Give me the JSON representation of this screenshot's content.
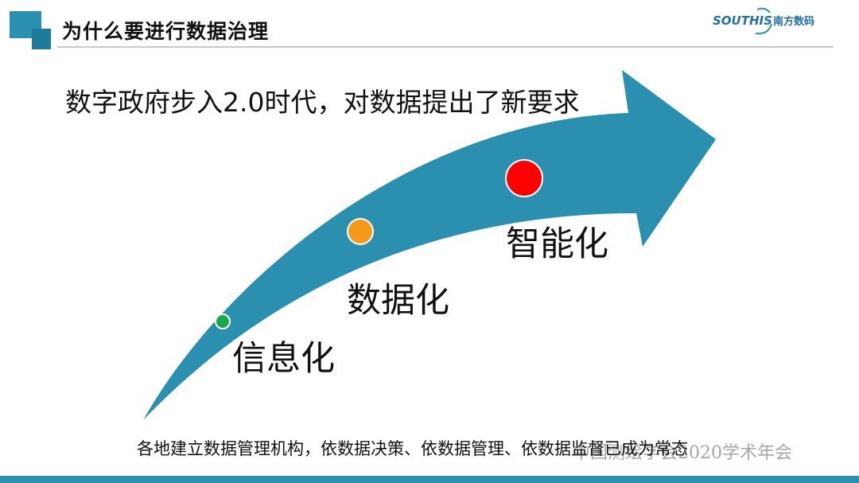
{
  "header": {
    "title": "为什么要进行数据治理",
    "logo_text": "SOUTHIS",
    "logo_cn": "南方数码"
  },
  "main": {
    "subtitle": "数字政府步入2.0时代，对数据提出了新要求",
    "stages": [
      {
        "label": "信息化",
        "dot_color": "#1aa64a"
      },
      {
        "label": "数据化",
        "dot_color": "#f59a1b"
      },
      {
        "label": "智能化",
        "dot_color": "#ff0000"
      }
    ],
    "arrow_color": "#2b8fb0"
  },
  "footer": {
    "text": "各地建立数据管理机构，依数据决策、依数据管理、依数据监督已成为常态",
    "watermark": "中国测绘学会2020学术年会"
  }
}
